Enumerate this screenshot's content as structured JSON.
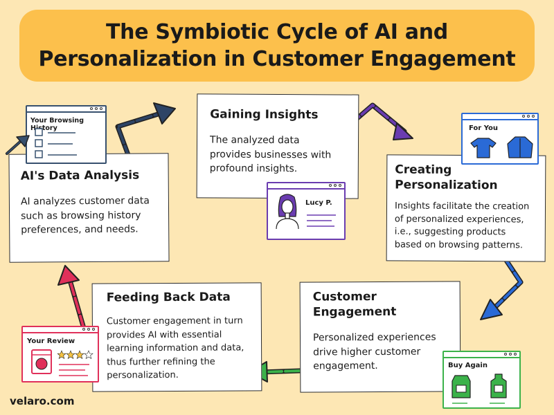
{
  "title": {
    "line1": "The Symbiotic Cycle of AI and",
    "line2": "Personalization in Customer Engagement"
  },
  "cards": {
    "analysis": {
      "heading": "AI's Data Analysis",
      "body": [
        "AI analyzes customer data",
        "such as browsing history",
        "preferences, and needs."
      ]
    },
    "insights": {
      "heading": "Gaining Insights",
      "body": [
        "The analyzed data",
        "provides businesses with",
        "profound insights."
      ]
    },
    "personalization": {
      "heading": [
        "Creating",
        "Personalization"
      ],
      "body": [
        "Insights facilitate the creation",
        "of personalized experiences,",
        "i.e., suggesting products",
        "based on browsing patterns."
      ]
    },
    "engagement": {
      "heading": [
        "Customer",
        "Engagement"
      ],
      "body": [
        "Personalized experiences",
        "drive higher customer",
        "engagement."
      ]
    },
    "feedback": {
      "heading": "Feeding Back Data",
      "body": [
        "Customer engagement in turn",
        "provides AI with essential",
        "learning information and data,",
        "thus further refining the",
        "personalization."
      ]
    }
  },
  "illustrations": {
    "browsing_history": "Your Browsing History",
    "profile_name": "Lucy P.",
    "for_you": "For You",
    "buy_again": "Buy Again",
    "your_review": "Your Review"
  },
  "icons": [
    "arrow-icon",
    "checkbox-icon",
    "cursor-icon",
    "woman-avatar-icon",
    "tshirt-icon",
    "jacket-icon",
    "milk-carton-icon",
    "detergent-bottle-icon",
    "washing-machine-icon",
    "star-icon"
  ],
  "colors": {
    "background": "#fde7b4",
    "title_band": "#fcc04c",
    "arrow_insights": "#2d4466",
    "arrow_personalization": "#6a3cb0",
    "arrow_engagement": "#2a6ad6",
    "arrow_feedback": "#3bb24a",
    "arrow_analysis": "#e0305a",
    "window_browsing": "#37506e",
    "window_profile": "#6a3cb0",
    "window_for_you": "#2a6ad6",
    "window_buy_again": "#3bb24a",
    "window_review": "#e0305a"
  },
  "footer": "velaro.com"
}
